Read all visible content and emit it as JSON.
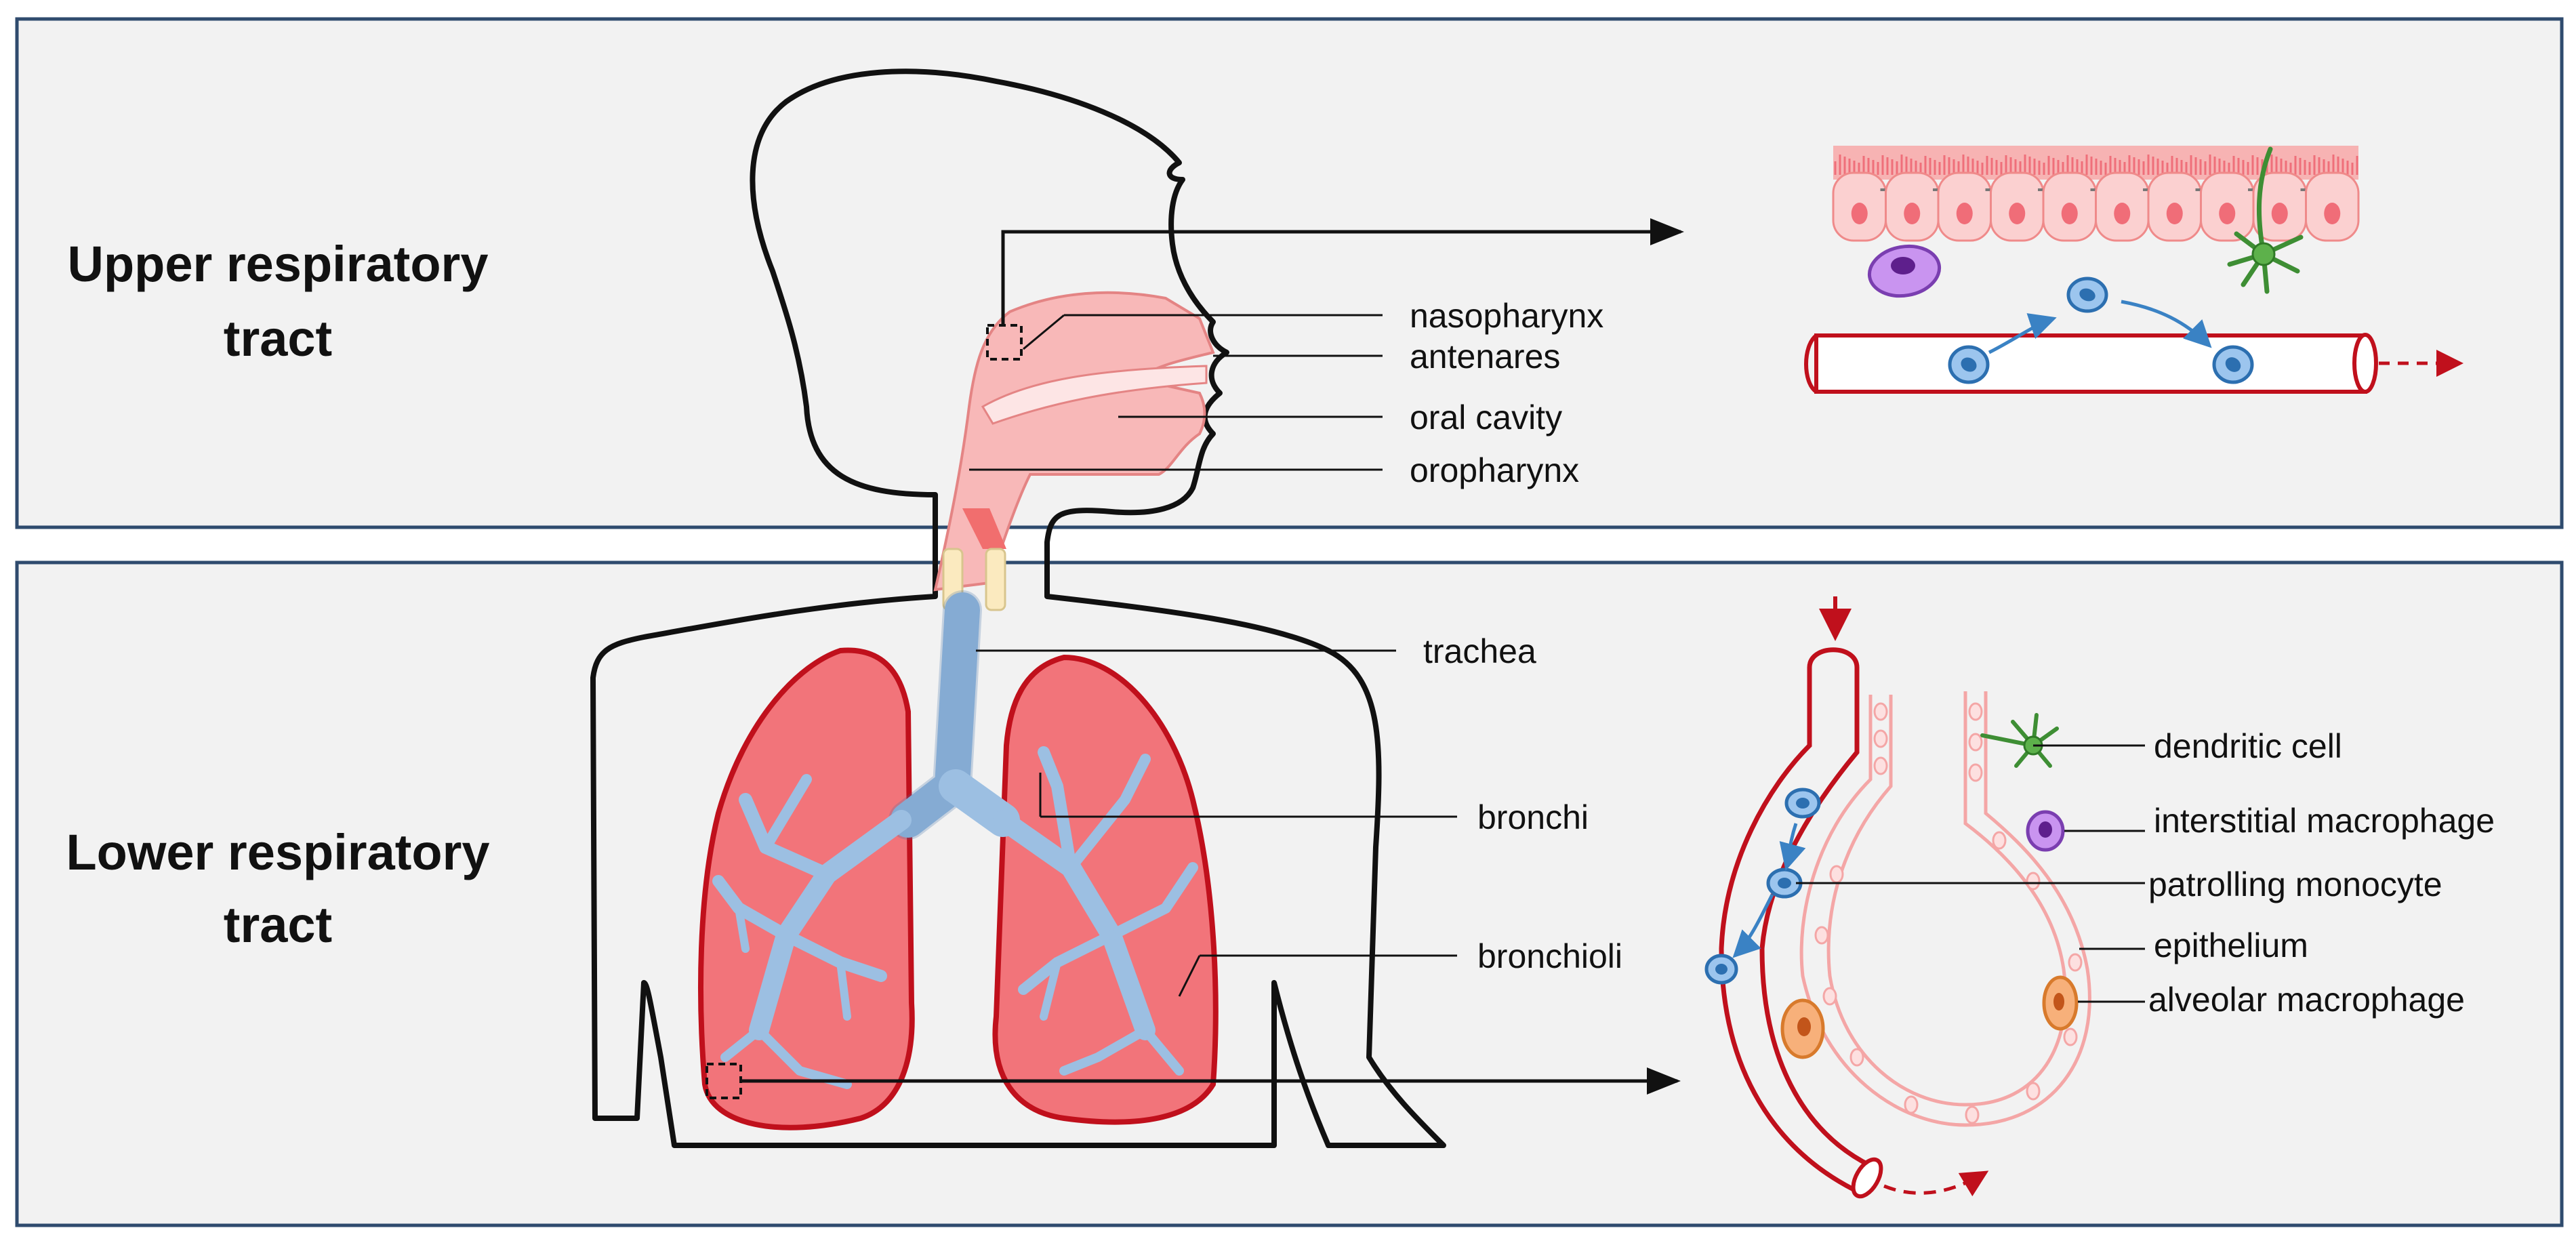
{
  "panels": {
    "upper": {
      "title_line1": "Upper respiratory",
      "title_line2": "tract"
    },
    "lower": {
      "title_line1": "Lower respiratory",
      "title_line2": "tract"
    }
  },
  "labels": {
    "nasopharynx": "nasopharynx",
    "antenares": "antenares",
    "oral_cavity": "oral cavity",
    "oropharynx": "oropharynx",
    "trachea": "trachea",
    "bronchi": "bronchi",
    "bronchioli": "bronchioli",
    "dendritic_cell": "dendritic cell",
    "interstitial_macrophage": "interstitial macrophage",
    "patrolling_monocyte": "patrolling monocyte",
    "epithelium": "epithelium",
    "alveolar_macrophage": "alveolar macrophage"
  },
  "colors": {
    "panel_bg": "#f2f2f2",
    "panel_border": "#2f4b6e",
    "lung": "#f2747a",
    "lung_outline": "#c0101c",
    "airway": "#9cbfe2",
    "mucosa": "#f8b8b8",
    "vessel": "#c0101c",
    "monocyte": "#3a82c4",
    "interstitial_macrophage": "#b06ee0",
    "dendritic_cell": "#4ea93e",
    "alveolar_macrophage": "#f2a05a"
  }
}
